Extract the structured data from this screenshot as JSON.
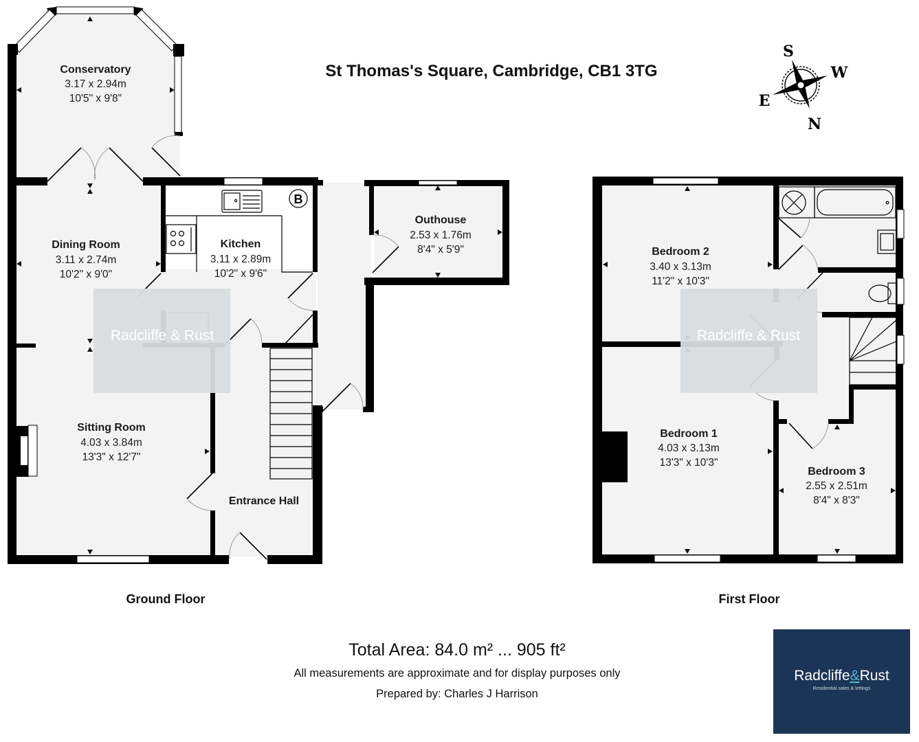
{
  "title": "St Thomas's Square, Cambridge, CB1 3TG",
  "compass": {
    "icon": "compass-rose-icon",
    "top": "S",
    "right": "W",
    "left": "E",
    "bottom": "N"
  },
  "floors": {
    "ground": {
      "label": "Ground Floor",
      "rooms": {
        "conservatory": {
          "name": "Conservatory",
          "metric": "3.17 x 2.94m",
          "imperial": "10'5\" x 9'8\""
        },
        "dining": {
          "name": "Dining Room",
          "metric": "3.11 x 2.74m",
          "imperial": "10'2\" x 9'0\""
        },
        "kitchen": {
          "name": "Kitchen",
          "metric": "3.11 x 2.89m",
          "imperial": "10'2\" x 9'6\""
        },
        "outhouse": {
          "name": "Outhouse",
          "metric": "2.53 x 1.76m",
          "imperial": "8'4\" x 5'9\""
        },
        "sitting": {
          "name": "Sitting Room",
          "metric": "4.03 x 3.84m",
          "imperial": "13'3\" x 12'7\""
        },
        "hall": {
          "name": "Entrance Hall"
        }
      },
      "boiler_marker": "B"
    },
    "first": {
      "label": "First Floor",
      "rooms": {
        "bed2": {
          "name": "Bedroom 2",
          "metric": "3.40 x 3.13m",
          "imperial": "11'2\" x 10'3\""
        },
        "bed1": {
          "name": "Bedroom 1",
          "metric": "4.03 x 3.13m",
          "imperial": "13'3\" x 10'3\""
        },
        "bed3": {
          "name": "Bedroom 3",
          "metric": "2.55 x 2.51m",
          "imperial": "8'4\" x 8'3\""
        }
      }
    }
  },
  "watermark": "Radcliffe & Rust",
  "footer": {
    "total_area": "Total Area: 84.0 m² ... 905 ft²",
    "disclaimer": "All measurements are approximate and for display purposes only",
    "prepared_by": "Prepared by: Charles J Harrison"
  },
  "logo": {
    "brand_left": "Radcliffe",
    "brand_amp": "&",
    "brand_right": "Rust",
    "tagline": "Residential sales & lettings",
    "background": "#1b3556",
    "accent": "#58b3d6"
  }
}
